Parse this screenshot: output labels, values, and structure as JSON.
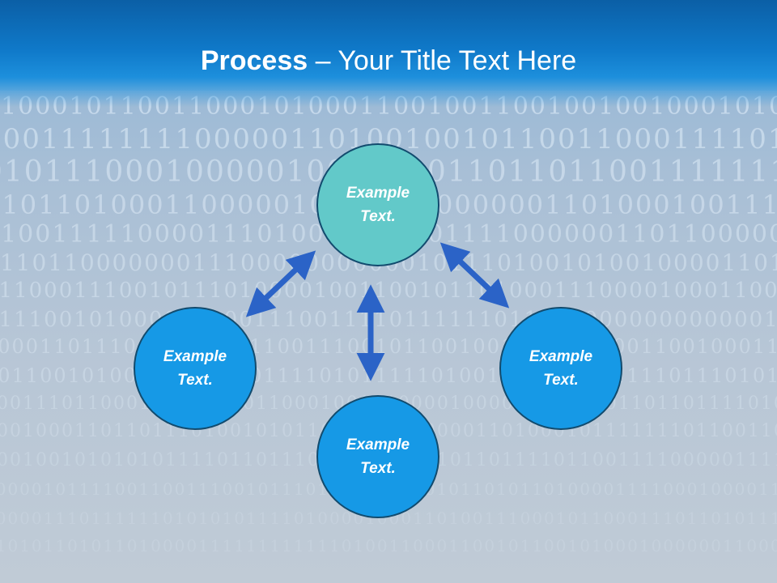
{
  "title": {
    "bold": "Process",
    "dash": " – ",
    "rest": "Your Title Text Here"
  },
  "colors": {
    "header": "#0f79c9",
    "teal_node": "#62c9c9",
    "blue_node": "#1699e6",
    "arrow": "#2b63c7",
    "node_border": "#124b6e"
  },
  "diagram": {
    "nodes": [
      {
        "id": "top",
        "color": "teal",
        "line1": "Example",
        "line2": "Text."
      },
      {
        "id": "left",
        "color": "blue",
        "line1": "Example",
        "line2": "Text."
      },
      {
        "id": "right",
        "color": "blue",
        "line1": "Example",
        "line2": "Text."
      },
      {
        "id": "bottom",
        "color": "blue",
        "line1": "Example",
        "line2": "Text."
      }
    ],
    "connectors": [
      {
        "from": "top",
        "to": "left",
        "type": "double-arrow"
      },
      {
        "from": "top",
        "to": "right",
        "type": "double-arrow"
      },
      {
        "from": "top",
        "to": "bottom",
        "type": "double-arrow"
      }
    ]
  }
}
